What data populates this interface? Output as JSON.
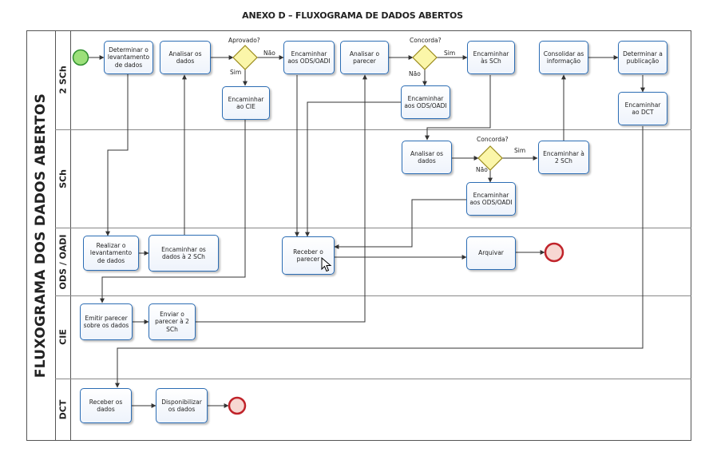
{
  "title": "ANEXO D – FLUXOGRAMA DE DADOS ABERTOS",
  "pool": {
    "label": "FLUXOGRAMA DOS DADOS ABERTOS"
  },
  "lanes": [
    "2 SCh",
    "SCh",
    "ODS / OADI",
    "CIE",
    "DCT"
  ],
  "tasks": {
    "t1": "Determinar o levantamento de dados",
    "t2": "Analisar os dados",
    "t3": "Encaminhar ao CIE",
    "t4": "Encaminhar aos ODS/OADI",
    "t5": "Analisar o parecer",
    "t6": "Encaminhar aos ODS/OADI",
    "t7": "Encaminhar às SCh",
    "t8": "Consolidar as informação",
    "t9": "Determinar a publicação",
    "t10": "Encaminhar ao DCT",
    "t11": "Analisar os dados",
    "t12": "Encaminhar à 2 SCh",
    "t13": "Encaminhar aos ODS/OADI",
    "t14": "Realizar o levantamento de dados",
    "t15": "Encaminhar os dados à 2 SCh",
    "t16": "Receber o parecer",
    "t17": "Arquivar",
    "t18": "Emitir parecer sobre os dados",
    "t19": "Enviar o parecer à 2 SCh",
    "t20": "Receber os dados",
    "t21": "Disponibilizar os dados"
  },
  "gateways": {
    "g1": "Aprovado?",
    "g2": "Concorda?",
    "g3": "Concorda?"
  },
  "flow_labels": {
    "g1_yes": "Sim",
    "g1_no": "Não",
    "g2_yes": "Sim",
    "g2_no": "Não",
    "g3_yes": "Sim",
    "g3_no": "Não"
  },
  "colors": {
    "task_border": "#2c6db4",
    "gateway_fill": "#fbf6a9",
    "gateway_border": "#9a8a1a",
    "start_fill": "#9ce07a",
    "start_border": "#2f8f2f",
    "end_border": "#c0232a",
    "end_fill": "#f7d7d2"
  }
}
